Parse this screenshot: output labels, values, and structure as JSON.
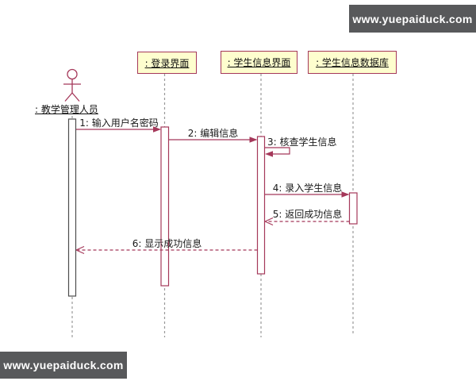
{
  "watermark": {
    "text": "www.yuepaiduck.com"
  },
  "colors": {
    "accent": "#a5385a",
    "box_fill": "#fefece",
    "lifeline_gray": "#999999",
    "actor_bar_border": "#4d4d4d",
    "watermark_bg": "#58595b"
  },
  "actor": {
    "label": ": 教学管理人员"
  },
  "lifelines": [
    {
      "label": ": 登录界面"
    },
    {
      "label": ": 学生信息界面"
    },
    {
      "label": ": 学生信息数据库"
    }
  ],
  "messages": [
    {
      "label": "1: 输入用户名密码",
      "type": "solid"
    },
    {
      "label": "2: 编辑信息",
      "type": "solid"
    },
    {
      "label": "3: 核查学生信息",
      "type": "self"
    },
    {
      "label": "4: 录入学生信息",
      "type": "solid"
    },
    {
      "label": "5: 返回成功信息",
      "type": "dashed-return"
    },
    {
      "label": "6: 显示成功信息",
      "type": "dashed-return"
    }
  ]
}
